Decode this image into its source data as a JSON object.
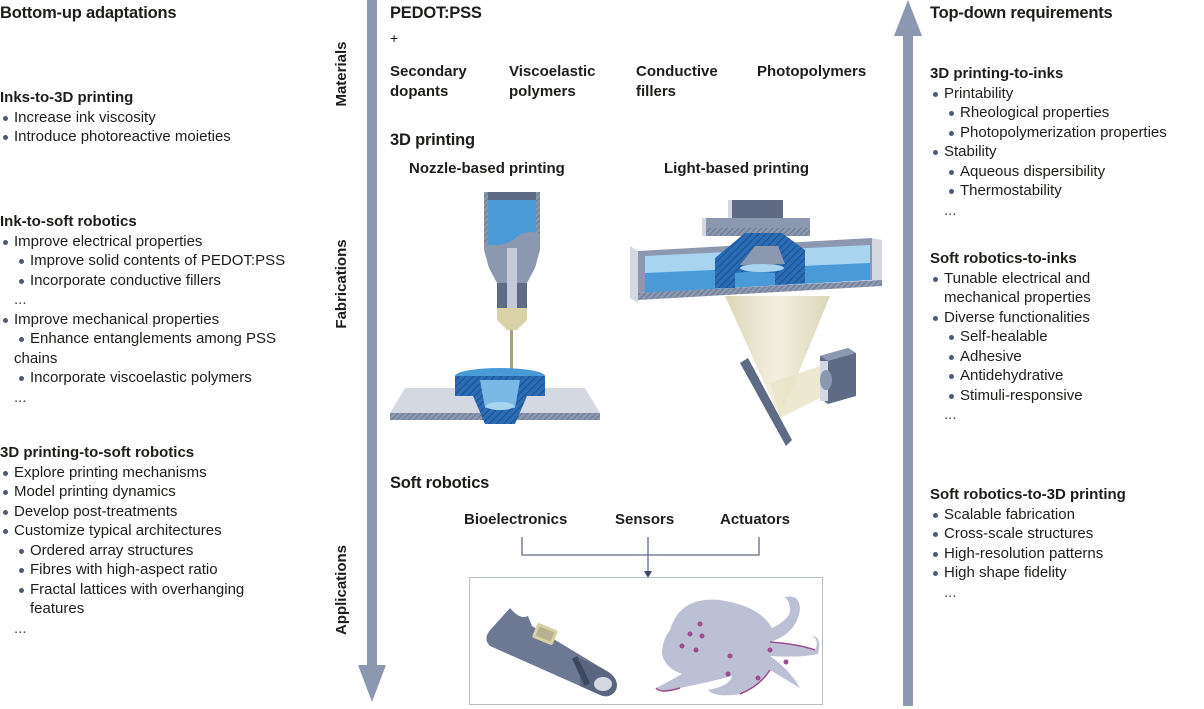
{
  "left": {
    "heading": "Bottom-up adaptations",
    "blocks": [
      {
        "title": "Inks-to-3D printing",
        "items": [
          {
            "level": 1,
            "text": "Increase ink viscosity"
          },
          {
            "level": 1,
            "text": "Introduce photoreactive moieties"
          }
        ]
      },
      {
        "title": "Ink-to-soft robotics",
        "items": [
          {
            "level": 1,
            "text": "Improve electrical properties"
          },
          {
            "level": 2,
            "text": "Improve solid contents of PEDOT:PSS"
          },
          {
            "level": 2,
            "text": "Incorporate conductive fillers"
          },
          {
            "level": 0,
            "text": "..."
          },
          {
            "level": 1,
            "text": "Improve mechanical properties"
          },
          {
            "level": 2,
            "text": "Enhance entanglements among PSS"
          },
          {
            "level": -1,
            "text": "chains"
          },
          {
            "level": 2,
            "text": "Incorporate viscoelastic polymers"
          },
          {
            "level": 0,
            "text": "..."
          }
        ]
      },
      {
        "title": "3D printing-to-soft robotics",
        "items": [
          {
            "level": 1,
            "text": "Explore printing mechanisms"
          },
          {
            "level": 1,
            "text": "Model printing dynamics"
          },
          {
            "level": 1,
            "text": "Develop post-treatments"
          },
          {
            "level": 1,
            "text": "Customize typical architectures"
          },
          {
            "level": 2,
            "text": "Ordered array structures"
          },
          {
            "level": 2,
            "text": "Fibres with high-aspect ratio"
          },
          {
            "level": 2,
            "text": "Fractal lattices with overhanging"
          },
          {
            "level": -2,
            "text": "features"
          },
          {
            "level": 0,
            "text": "..."
          }
        ]
      }
    ]
  },
  "axis_labels": {
    "materials": "Materials",
    "fabrications": "Fabrications",
    "applications": "Applications"
  },
  "center": {
    "materials": {
      "title": "PEDOT:PSS",
      "plus": "+",
      "additives": [
        "Secondary\ndopants",
        "Viscoelastic\npolymers",
        "Conductive\nfillers",
        "Photopolymers"
      ]
    },
    "printing": {
      "title": "3D printing",
      "nozzle_label": "Nozzle-based printing",
      "light_label": "Light-based printing"
    },
    "soft_robotics": {
      "title": "Soft robotics",
      "categories": [
        "Bioelectronics",
        "Sensors",
        "Actuators"
      ]
    }
  },
  "right": {
    "heading": "Top-down requirements",
    "blocks": [
      {
        "title": "3D printing-to-inks",
        "items": [
          {
            "level": 1,
            "text": "Printability"
          },
          {
            "level": 2,
            "text": "Rheological properties"
          },
          {
            "level": 2,
            "text": "Photopolymerization properties"
          },
          {
            "level": 1,
            "text": "Stability"
          },
          {
            "level": 2,
            "text": "Aqueous dispersibility"
          },
          {
            "level": 2,
            "text": "Thermostability"
          },
          {
            "level": 0,
            "text": "..."
          }
        ]
      },
      {
        "title": "Soft robotics-to-inks",
        "items": [
          {
            "level": 1,
            "text": "Tunable electrical and"
          },
          {
            "level": -1,
            "text": "mechanical properties"
          },
          {
            "level": 1,
            "text": "Diverse functionalities"
          },
          {
            "level": 2,
            "text": "Self-healable"
          },
          {
            "level": 2,
            "text": "Adhesive"
          },
          {
            "level": 2,
            "text": "Antidehydrative"
          },
          {
            "level": 2,
            "text": "Stimuli-responsive"
          },
          {
            "level": 0,
            "text": "..."
          }
        ]
      },
      {
        "title": "Soft robotics-to-3D printing",
        "items": [
          {
            "level": 1,
            "text": "Scalable fabrication"
          },
          {
            "level": 1,
            "text": "Cross-scale structures"
          },
          {
            "level": 1,
            "text": "High-resolution patterns"
          },
          {
            "level": 1,
            "text": "High shape fidelity"
          },
          {
            "level": 0,
            "text": "..."
          }
        ]
      }
    ]
  },
  "colors": {
    "arrow": "#8c97b0",
    "blue_dark": "#2a6db5",
    "blue_mid": "#4a9ad8",
    "blue_light": "#a8d4f0",
    "grey_dark": "#5f6b85",
    "grey_mid": "#9aa4b8",
    "grey_light": "#d4d8e2",
    "beam": "#e4dfc4",
    "octopus": "#bcc0d4",
    "octopus_accent": "#9b4d8e"
  }
}
